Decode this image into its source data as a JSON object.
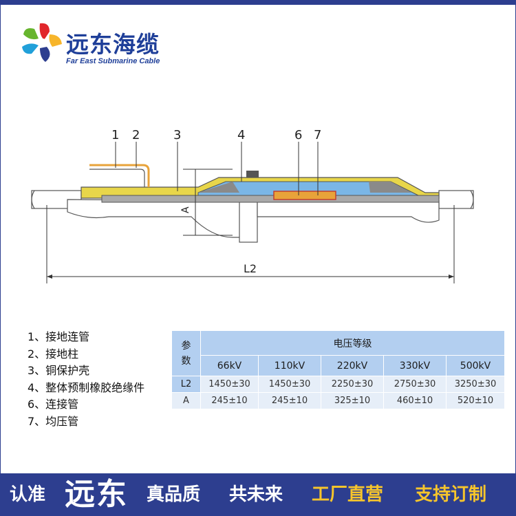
{
  "brand": {
    "name_cn": "远东海缆",
    "name_en": "Far East Submarine Cable",
    "colors": {
      "blue": "#2d3e8f",
      "yellow": "#f7c52b",
      "green": "#67b52e",
      "red": "#e1262b",
      "cyan": "#21a0d9"
    }
  },
  "diagram": {
    "callouts": [
      "1",
      "2",
      "3",
      "4",
      "6",
      "7"
    ],
    "dim_a": "A",
    "dim_l2": "L2",
    "colors": {
      "yellow": "#e8d64a",
      "blue": "#7ab6e6",
      "grey": "#a9a9a9",
      "orange": "#e8a33a"
    }
  },
  "legend": [
    "1、接地连管",
    "2、接地柱",
    "3、铜保护壳",
    "4、整体预制橡胶绝缘件",
    "6、连接管",
    "7、均压管"
  ],
  "table": {
    "param_label": "参数",
    "param_char_1": "参",
    "param_char_2": "数",
    "group_header": "电压等级",
    "voltages": [
      "66kV",
      "110kV",
      "220kV",
      "330kV",
      "500kV"
    ],
    "rows": [
      {
        "label": "L2",
        "values": [
          "1450±30",
          "1450±30",
          "2250±30",
          "2750±30",
          "3250±30"
        ]
      },
      {
        "label": "A",
        "values": [
          "245±10",
          "245±10",
          "325±10",
          "460±10",
          "520±10"
        ]
      }
    ]
  },
  "banner": {
    "t1": "认准",
    "t2": "远东",
    "t3": "真品质",
    "t4": "共未来",
    "t5": "工厂直营",
    "t6": "支持订制"
  }
}
